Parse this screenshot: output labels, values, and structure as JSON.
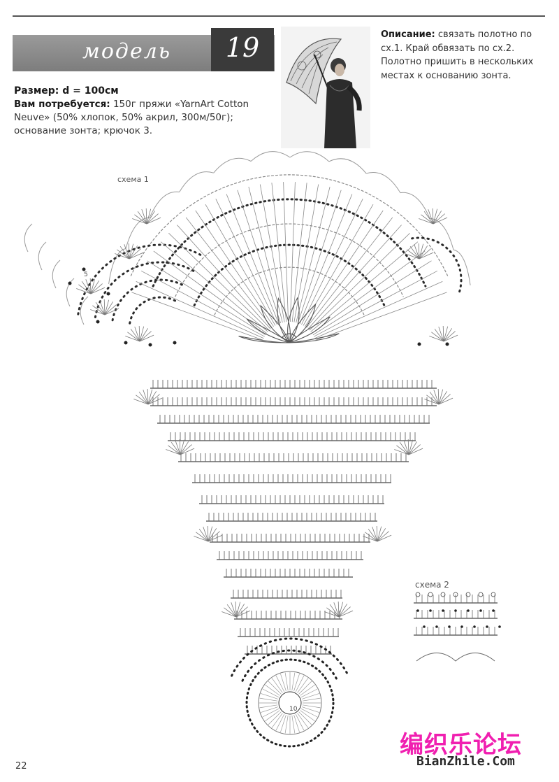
{
  "header": {
    "model_word": "модель",
    "model_number": "19"
  },
  "specs": {
    "size": "Размер: d = 100см",
    "requirements_label": "Вам потребуется:",
    "requirements_text": "150г пряжи «YarnArt Cotton Neuve» (50% хлопок, 50% акрил, 300м/50г); основание зонта; крючок 3."
  },
  "description": {
    "label": "Описание:",
    "text": "связать полотно по сх.1. Край обвязать по сх.2. Полотно пришить в нескольких местах к основанию зонта."
  },
  "scheme1": {
    "label": "схема 1",
    "center_number": "10",
    "motif_number": "5"
  },
  "scheme2": {
    "label": "схема 2"
  },
  "footer": {
    "page_number": "22",
    "watermark_cn": "编织乐论坛",
    "watermark_en": "BianZhile.Com"
  },
  "colors": {
    "banner": "#8a8a8a",
    "number_box": "#3a3a3a",
    "watermark": "#f01fb0"
  }
}
